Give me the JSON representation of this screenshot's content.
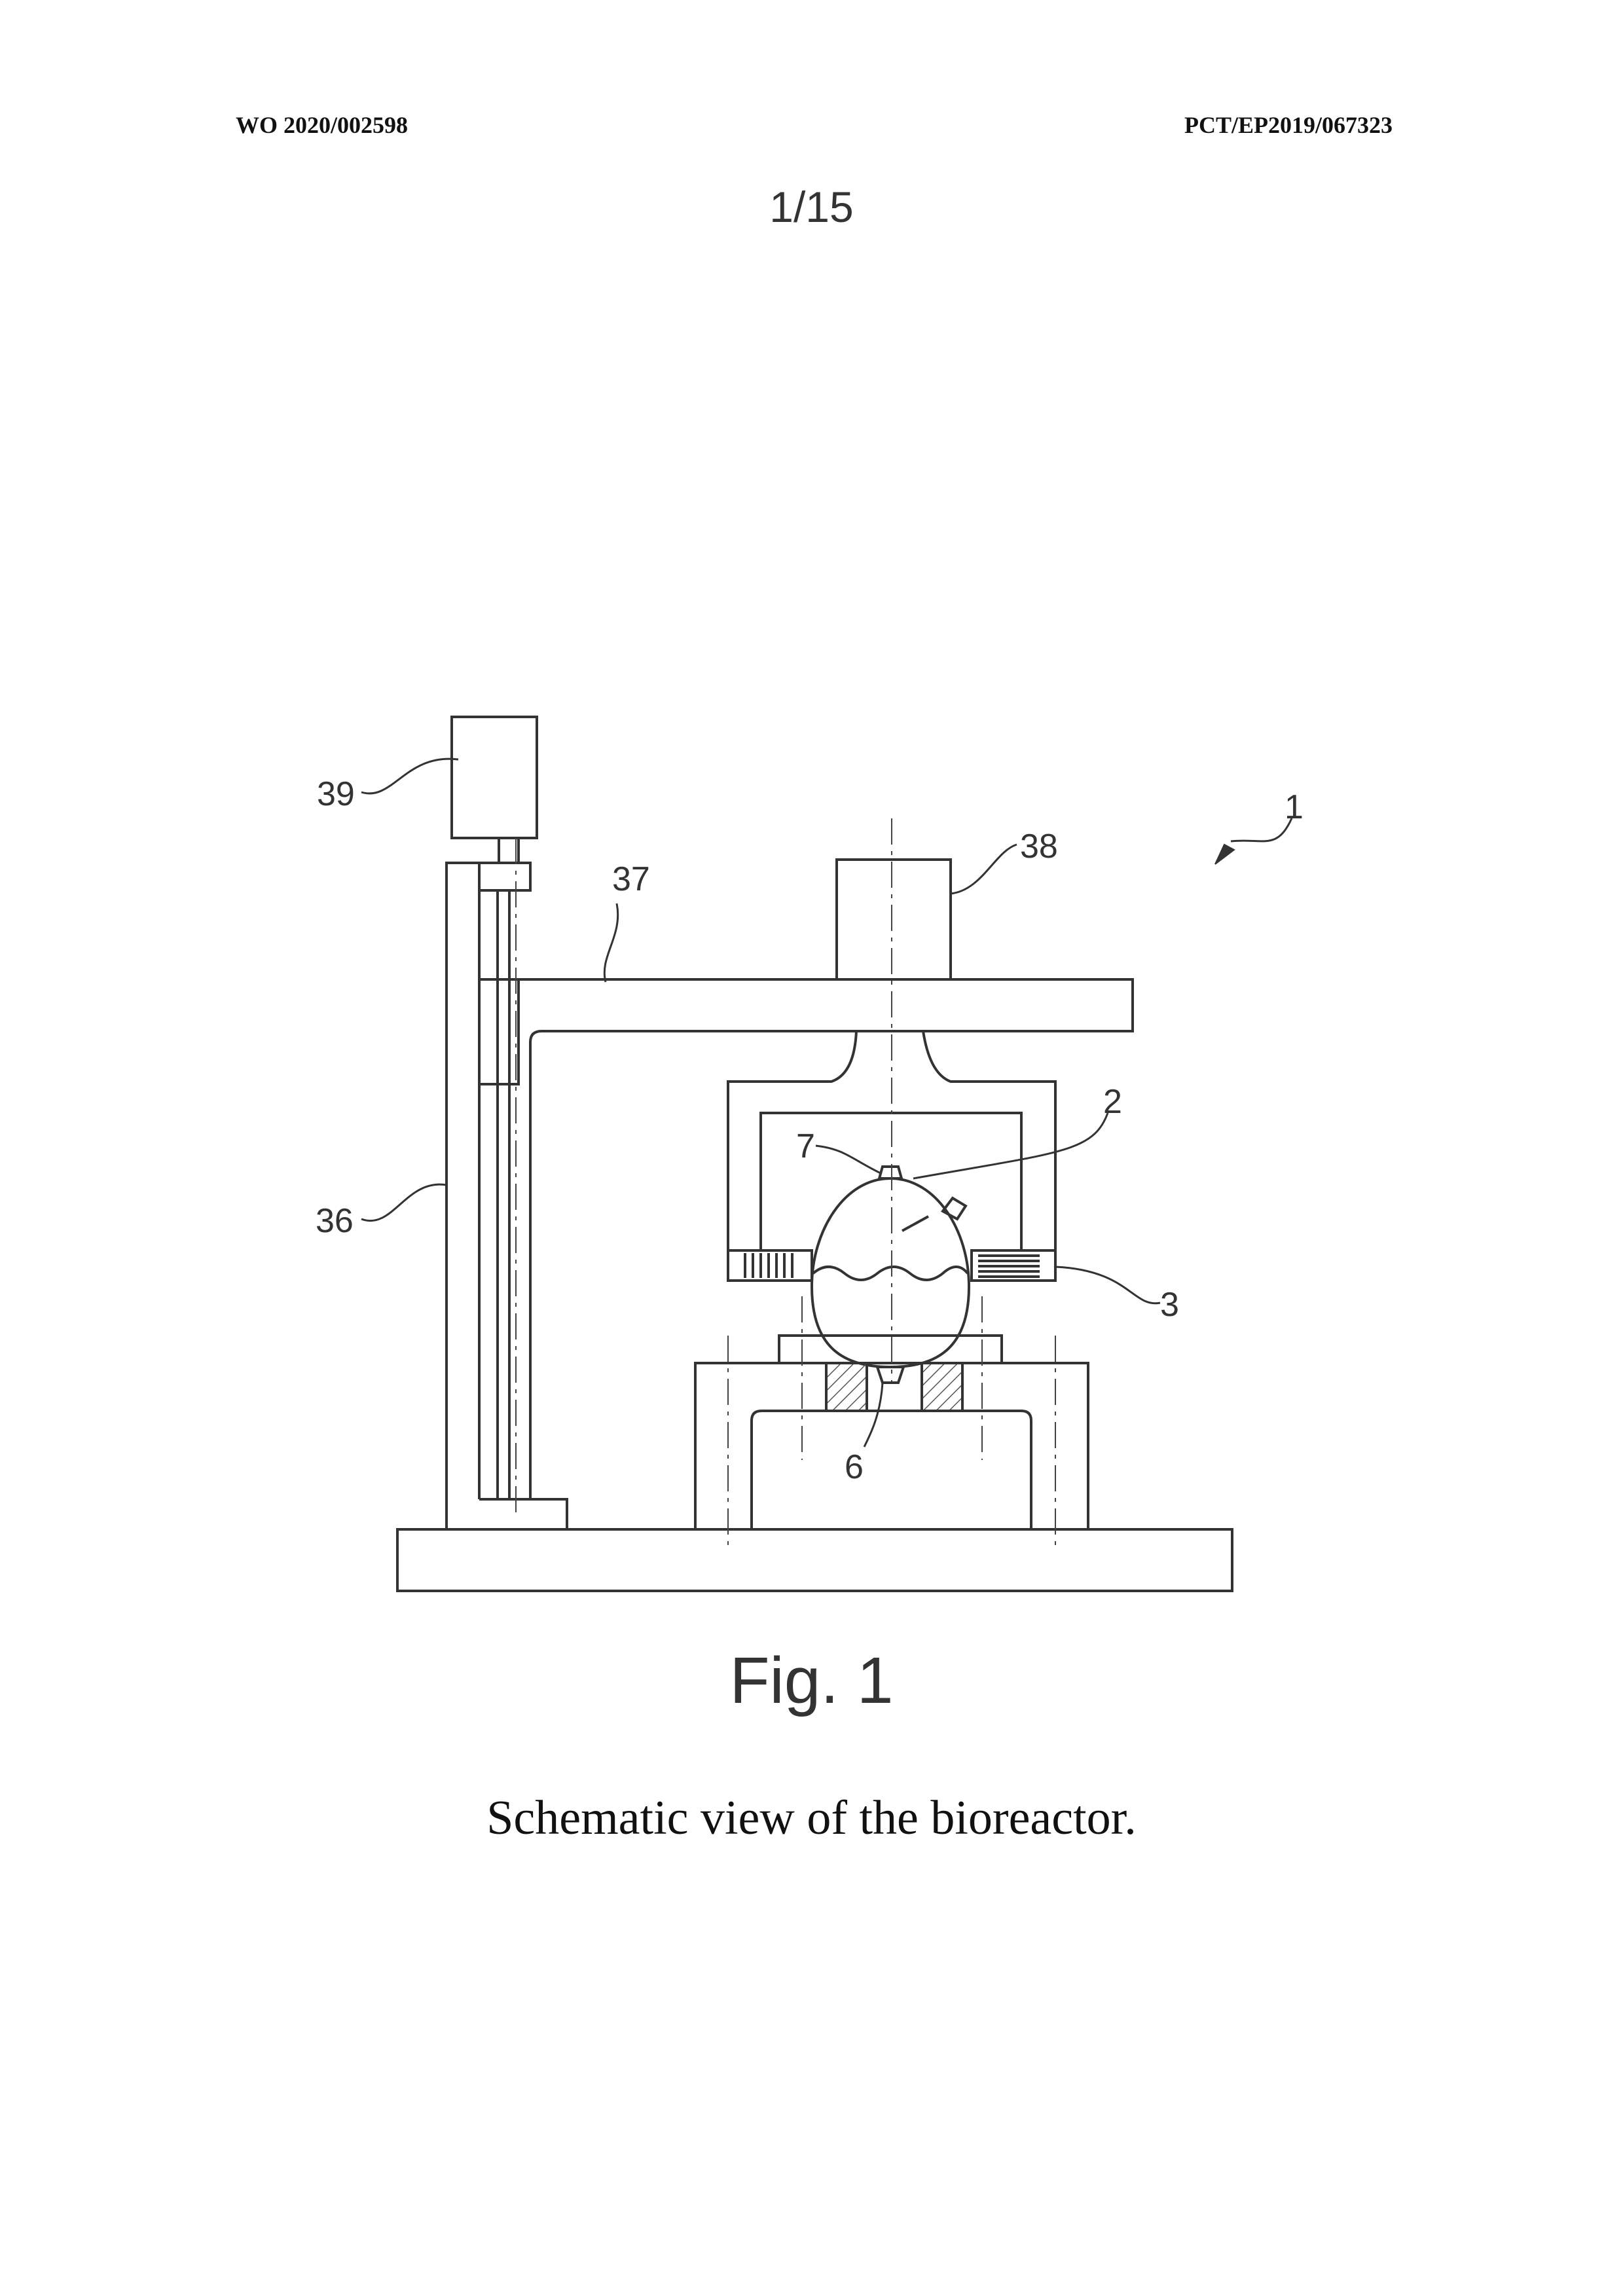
{
  "header": {
    "publication_number": "WO 2020/002598",
    "application_number": "PCT/EP2019/067323"
  },
  "page_number": "1/15",
  "figure": {
    "label": "Fig. 1",
    "caption": "Schematic view of the bioreactor.",
    "reference_numerals": {
      "assembly": "1",
      "vessel": "2",
      "magnets": "3",
      "bottom_port": "6",
      "top_port": "7",
      "column": "36",
      "arm": "37",
      "top_motor": "38",
      "lift_motor": "39"
    }
  }
}
